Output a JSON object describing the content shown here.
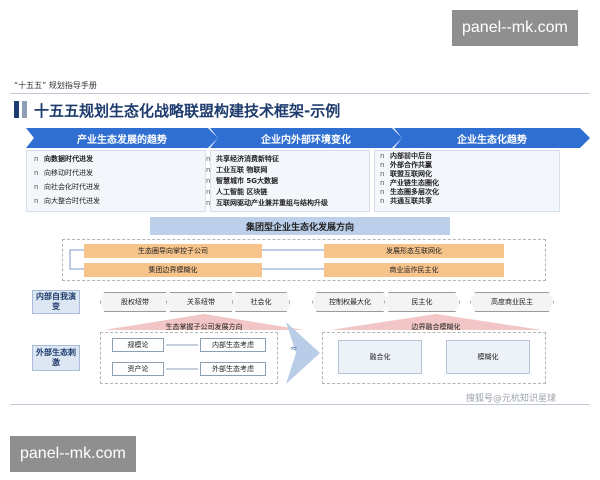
{
  "watermark_top": "panel--mk.com",
  "watermark_bottom": "panel--mk.com",
  "guide_label": "“十五五” 规划指导手册",
  "title": "十五五规划生态化战略联盟构建技术框架-示例",
  "columns": [
    {
      "header": "产业生态发展的趋势",
      "items": [
        "向数据时代进发",
        "向移动时代进发",
        "向社会化时代进发",
        "向大整合时代进发"
      ]
    },
    {
      "header": "企业内外部环境变化",
      "items": [
        "共享经济消费新特征",
        "工业互联 物联网",
        "智慧城市 5G大数据",
        "人工智能 区块链",
        "互联网驱动产业兼并重组与结构升级"
      ]
    },
    {
      "header": "企业生态化趋势",
      "items": [
        "内部前中后台",
        "外部合作共赢",
        "联盟互联网化",
        "产业链生态圈化",
        "生态圈多层次化",
        "共通互联共享"
      ]
    }
  ],
  "bullet_mark": "n",
  "center_bar": "集团型企业生态化发展方向",
  "orange_boxes": [
    "生态圈导向掌控子公司",
    "集团边界模糊化",
    "发展形态互联网化",
    "商业运作民主化"
  ],
  "internal_label": "内部自我演变",
  "external_label": "外部生态刺激",
  "hex_row": [
    "股权纽带",
    "关系纽带",
    "社会化",
    "控制权最大化",
    "民主化",
    "高度商业民主"
  ],
  "pink_left": "生态掌握子公司发展方向",
  "pink_right": "边界融合模糊化",
  "left_chips": [
    "规模论",
    "内部生态考虑",
    "资产论",
    "外部生态考虑"
  ],
  "right_chips": [
    "融合化",
    "模糊化"
  ],
  "middle_glyph": "≈",
  "footer": "搜狐号@元杭知识星球",
  "colors": {
    "navy": "#1f3c6e",
    "chevron_blue": "#2f6fd1",
    "orange": "#f6c38b",
    "pink": "#f2c6c6"
  }
}
